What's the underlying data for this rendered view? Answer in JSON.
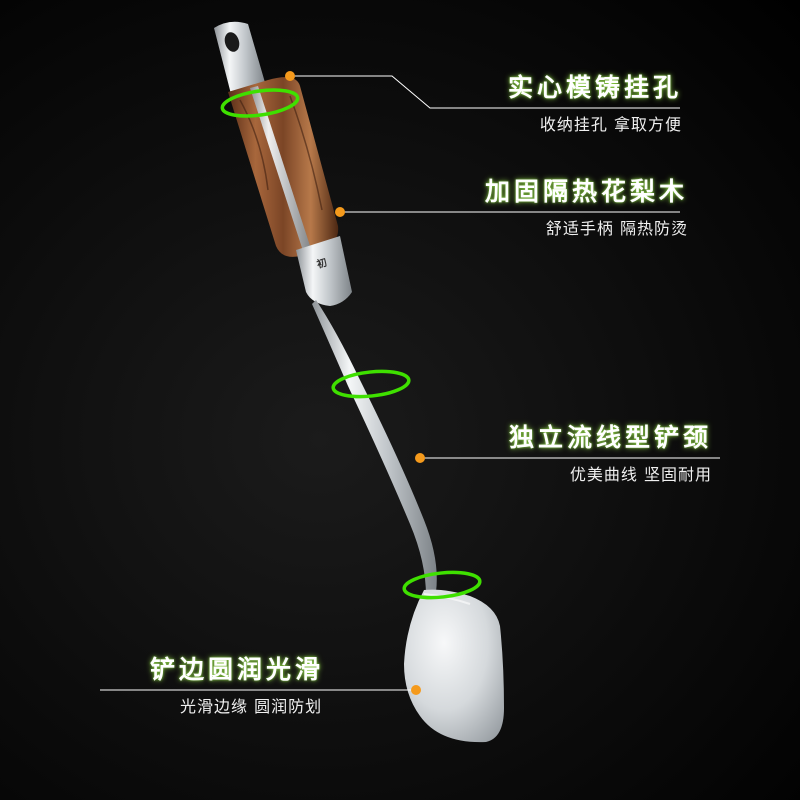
{
  "callouts": [
    {
      "title": "实心模铸挂孔",
      "subtitle": "收纳挂孔 拿取方便"
    },
    {
      "title": "加固隔热花梨木",
      "subtitle": "舒适手柄 隔热防烫"
    },
    {
      "title": "独立流线型铲颈",
      "subtitle": "优美曲线 坚固耐用"
    },
    {
      "title": "铲边圆润光滑",
      "subtitle": "光滑边缘 圆润防划"
    }
  ],
  "product": {
    "brand_mark": "初"
  },
  "colors": {
    "background": "#0c0c0c",
    "dot": "#f59a1c",
    "ring": "#3fe000",
    "leader_line": "#ffffff",
    "steel": "#cfd3d6",
    "wood": "#8a5230"
  }
}
